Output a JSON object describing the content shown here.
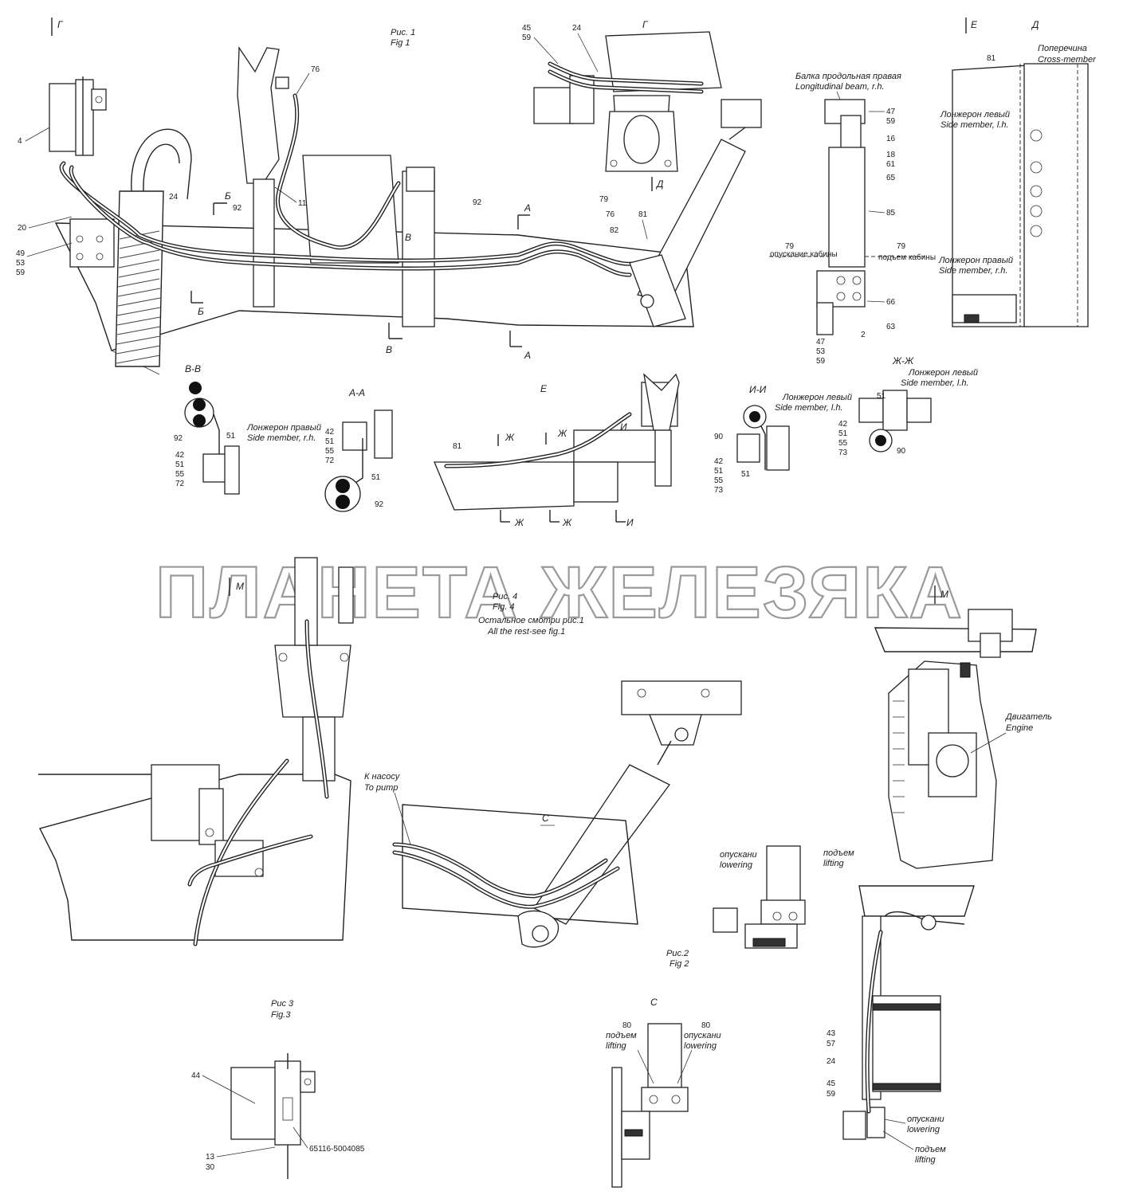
{
  "watermark": "ПЛАНЕТА ЖЕЛЕЗЯКА",
  "figures": {
    "fig1_ru": "Рис. 1",
    "fig1_en": "Fig 1",
    "fig2_ru": "Рис.2",
    "fig2_en": "Fig 2",
    "fig3_ru": "Рис 3",
    "fig3_en": "Fig.3",
    "fig4_ru": "Рис. 4",
    "fig4_en": "Fig. 4",
    "fig4_note_ru": "Остальное смотри рис.1",
    "fig4_note_en": "All the rest-see fig.1"
  },
  "views": {
    "G": "Г",
    "D": "Д",
    "E": "Е",
    "B": "Б",
    "V": "В",
    "A": "А",
    "Zh": "Ж",
    "I": "И",
    "M": "М",
    "C": "С",
    "VV": "В-В",
    "AA": "А-А",
    "II": "И-И",
    "ZhZh": "Ж-Ж"
  },
  "labels": {
    "longitudinal_beam_ru": "Балка продольная правая",
    "longitudinal_beam_en": "Longitudinal beam, r.h.",
    "cross_member_ru": "Поперечина",
    "cross_member_en": "Cross-member",
    "side_member_lh_ru": "Лонжерон левый",
    "side_member_lh_en": "Side member, l.h.",
    "side_member_rh_ru": "Лонжерон правый",
    "side_member_rh_en": "Side member, r.h.",
    "to_pump_ru": "К насосу",
    "to_pump_en": "To pump",
    "engine_ru": "Двигатель",
    "engine_en": "Engine",
    "lowering_ru": "опускани",
    "lowering_en": "lowering",
    "lifting_ru": "подъем",
    "lifting_en": "lifting",
    "small_lowering": "опускание кабины",
    "small_lifting": "подъем кабины",
    "part_number": "65116-5004085"
  },
  "callouts": {
    "c4": "4",
    "c20": "20",
    "c49": "49",
    "c53": "53",
    "c59": "59",
    "c24": "24",
    "c92": "92",
    "c11": "11",
    "c76": "76",
    "c79": "79",
    "c82": "82",
    "c81": "81",
    "c45": "45",
    "c47": "47",
    "c16": "16",
    "c18": "18",
    "c61": "61",
    "c65": "65",
    "c85": "85",
    "c66": "66",
    "c2": "2",
    "c63": "63",
    "c42": "42",
    "c51": "51",
    "c55": "55",
    "c72": "72",
    "c73": "73",
    "c90": "90",
    "c44": "44",
    "c13": "13",
    "c30": "30",
    "c80": "80",
    "c43": "43",
    "c57": "57"
  }
}
